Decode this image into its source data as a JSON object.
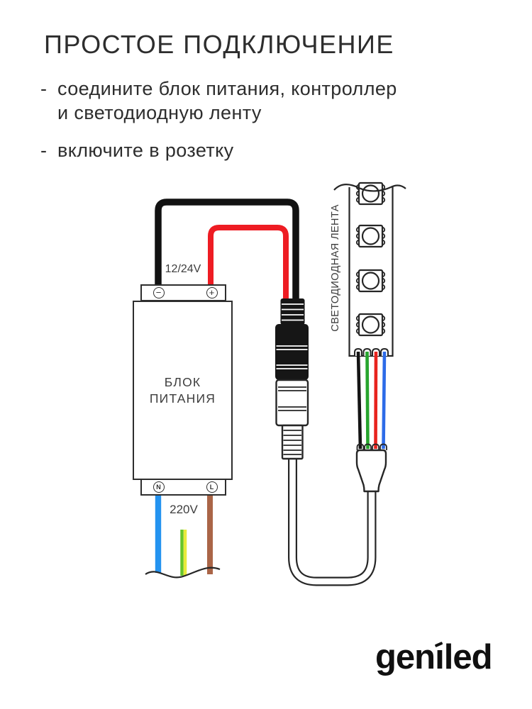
{
  "header": {
    "title": "ПРОСТОЕ ПОДКЛЮЧЕНИЕ",
    "bullets": [
      {
        "marker": "-",
        "line1": "соедините блок питания, контроллер",
        "line2": "и светодиодную ленту"
      },
      {
        "marker": "-",
        "line1": "включите в розетку",
        "line2": ""
      }
    ]
  },
  "diagram": {
    "power_supply": {
      "name_line1": "БЛОК",
      "name_line2": "ПИТАНИЯ",
      "dc_output_label": "12/24V",
      "ac_input_label": "220V",
      "terminal_minus": "−",
      "terminal_plus": "+",
      "terminal_neutral": "N",
      "terminal_line": "L"
    },
    "led_strip": {
      "label": "СВЕТОДИОДНАЯ ЛЕНТА",
      "led_count": 4
    },
    "wire_colors": {
      "dc_negative": "#121212",
      "dc_positive": "#ee1c23",
      "ac_neutral_blue": "#2493f0",
      "ac_line_brown": "#aa6547",
      "ac_ground_green": "#66c42a",
      "ac_ground_yellow": "#e8ea3a",
      "strip_black": "#141414",
      "strip_green": "#27a52e",
      "strip_red": "#e8231e",
      "strip_blue": "#2d6be8"
    }
  },
  "footer": {
    "logo_text": "geniled",
    "logo_pre": "gen",
    "logo_i": "ı",
    "logo_post": "led"
  }
}
